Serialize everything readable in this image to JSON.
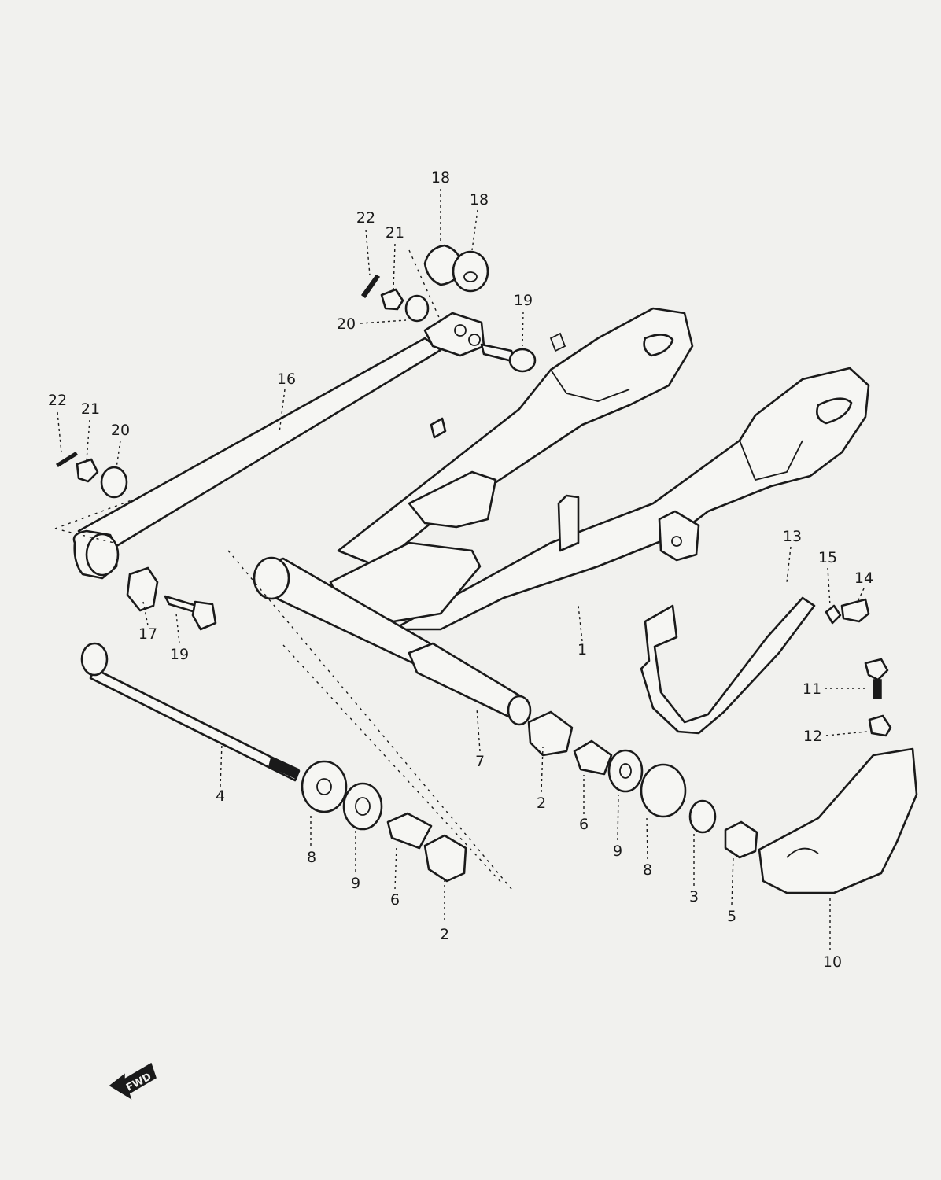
{
  "diagram": {
    "callouts": [
      {
        "id": "c18a",
        "label": "18"
      },
      {
        "id": "c18b",
        "label": "18"
      },
      {
        "id": "c22a",
        "label": "22"
      },
      {
        "id": "c21a",
        "label": "21"
      },
      {
        "id": "c19a",
        "label": "19"
      },
      {
        "id": "c20a",
        "label": "20"
      },
      {
        "id": "c16",
        "label": "16"
      },
      {
        "id": "c22b",
        "label": "22"
      },
      {
        "id": "c21b",
        "label": "21"
      },
      {
        "id": "c20b",
        "label": "20"
      },
      {
        "id": "c13",
        "label": "13"
      },
      {
        "id": "c15",
        "label": "15"
      },
      {
        "id": "c14",
        "label": "14"
      },
      {
        "id": "c17",
        "label": "17"
      },
      {
        "id": "c19b",
        "label": "19"
      },
      {
        "id": "c1",
        "label": "1"
      },
      {
        "id": "c11",
        "label": "11"
      },
      {
        "id": "c12",
        "label": "12"
      },
      {
        "id": "c4",
        "label": "4"
      },
      {
        "id": "c7",
        "label": "7"
      },
      {
        "id": "c2a",
        "label": "2"
      },
      {
        "id": "c6a",
        "label": "6"
      },
      {
        "id": "c9a",
        "label": "9"
      },
      {
        "id": "c8a",
        "label": "8"
      },
      {
        "id": "c3",
        "label": "3"
      },
      {
        "id": "c5",
        "label": "5"
      },
      {
        "id": "c8b",
        "label": "8"
      },
      {
        "id": "c9b",
        "label": "9"
      },
      {
        "id": "c6b",
        "label": "6"
      },
      {
        "id": "c2b",
        "label": "2"
      },
      {
        "id": "c10",
        "label": "10"
      }
    ],
    "fwd_label": "FWD"
  },
  "colors": {
    "ink": "#1a1a1a",
    "paper": "#f1f1ee"
  }
}
